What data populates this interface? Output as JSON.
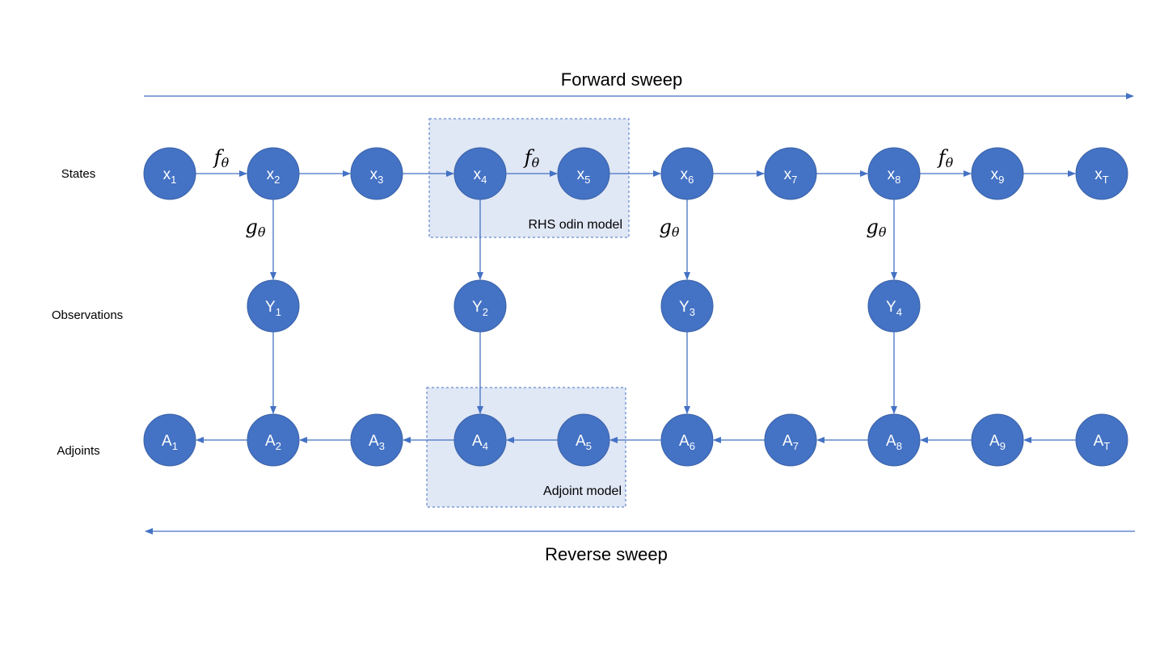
{
  "sweeps": {
    "forward": "Forward sweep",
    "reverse": "Reverse sweep"
  },
  "row_labels": {
    "states": "States",
    "observations": "Observations",
    "adjoints": "Adjoints"
  },
  "boxes": {
    "rhs": "RHS odin model",
    "adjoint": "Adjoint model"
  },
  "states": [
    {
      "base": "x",
      "sub": "1"
    },
    {
      "base": "x",
      "sub": "2"
    },
    {
      "base": "x",
      "sub": "3"
    },
    {
      "base": "x",
      "sub": "4"
    },
    {
      "base": "x",
      "sub": "5"
    },
    {
      "base": "x",
      "sub": "6"
    },
    {
      "base": "x",
      "sub": "7"
    },
    {
      "base": "x",
      "sub": "8"
    },
    {
      "base": "x",
      "sub": "9"
    },
    {
      "base": "x",
      "sub": "T"
    }
  ],
  "observations": [
    {
      "base": "Y",
      "sub": "1",
      "state_index": 1
    },
    {
      "base": "Y",
      "sub": "2",
      "state_index": 3
    },
    {
      "base": "Y",
      "sub": "3",
      "state_index": 5
    },
    {
      "base": "Y",
      "sub": "4",
      "state_index": 7
    }
  ],
  "adjoints": [
    {
      "base": "A",
      "sub": "1"
    },
    {
      "base": "A",
      "sub": "2"
    },
    {
      "base": "A",
      "sub": "3"
    },
    {
      "base": "A",
      "sub": "4"
    },
    {
      "base": "A",
      "sub": "5"
    },
    {
      "base": "A",
      "sub": "6"
    },
    {
      "base": "A",
      "sub": "7"
    },
    {
      "base": "A",
      "sub": "8"
    },
    {
      "base": "A",
      "sub": "9"
    },
    {
      "base": "A",
      "sub": "T"
    }
  ],
  "function_labels": [
    {
      "name": "f",
      "sub": "θ",
      "kind": "transition",
      "between": [
        0,
        1
      ]
    },
    {
      "name": "f",
      "sub": "θ",
      "kind": "transition",
      "between": [
        3,
        4
      ]
    },
    {
      "name": "f",
      "sub": "θ",
      "kind": "transition",
      "between": [
        7,
        8
      ]
    },
    {
      "name": "g",
      "sub": "θ",
      "kind": "observation",
      "state_index": 1
    },
    {
      "name": "g",
      "sub": "θ",
      "kind": "observation",
      "state_index": 5
    },
    {
      "name": "g",
      "sub": "θ",
      "kind": "observation",
      "state_index": 7
    }
  ],
  "colors": {
    "node": "#4472C4",
    "edge": "#4472C4",
    "box_fill": "#DAE3F3"
  }
}
